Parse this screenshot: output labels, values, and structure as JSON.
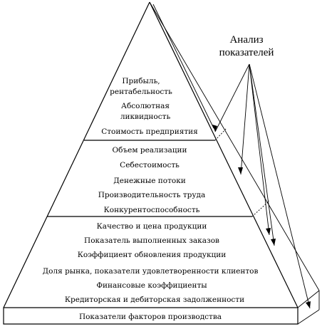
{
  "annotation": {
    "line1": "Анализ",
    "line2": "показателей"
  },
  "levels": {
    "top": [
      "Прибыль,",
      "рентабельность",
      "Абсолютная",
      "ликвидность",
      "Стоимость предприятия"
    ],
    "second": [
      "Объем реализации",
      "Себестоимость",
      "Денежные потоки",
      "Производительность труда",
      "Конкурентоспособность"
    ],
    "third": [
      "Качество и цена продукции",
      "Показатель выполненных заказов",
      "Коэффициент обновления продукции",
      "Доля рынка, показатели удовлетворенности клиентов",
      "Финансовые коэффициенты",
      "Кредиторская и дебиторская задолженности"
    ],
    "base": [
      "Показатели факторов производства"
    ]
  }
}
